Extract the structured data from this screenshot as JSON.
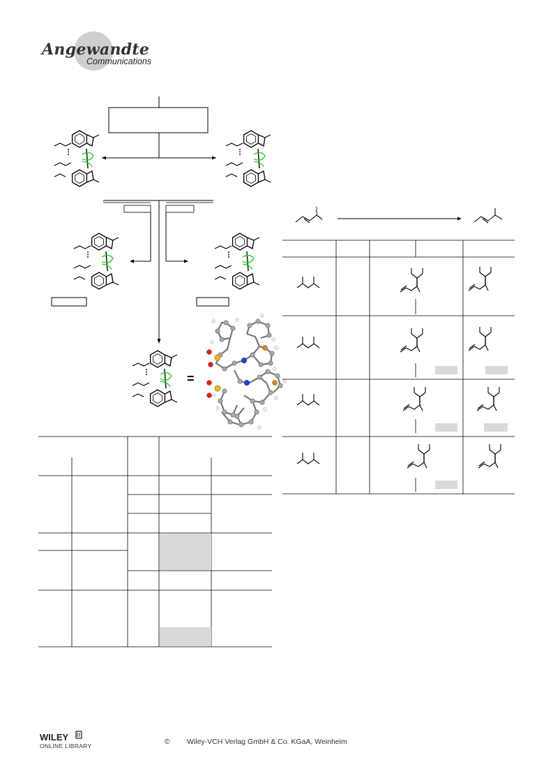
{
  "header": {
    "journal": "Angewandte",
    "section": "Communications"
  },
  "footer": {
    "publisher_logo": "WILEY",
    "library_label": "ONLINE LIBRARY",
    "copyright_symbol": "©",
    "publisher": "Wiley-VCH Verlag GmbH & Co. KGaA, Weinheim"
  },
  "scheme": {
    "equals_sign": "="
  }
}
